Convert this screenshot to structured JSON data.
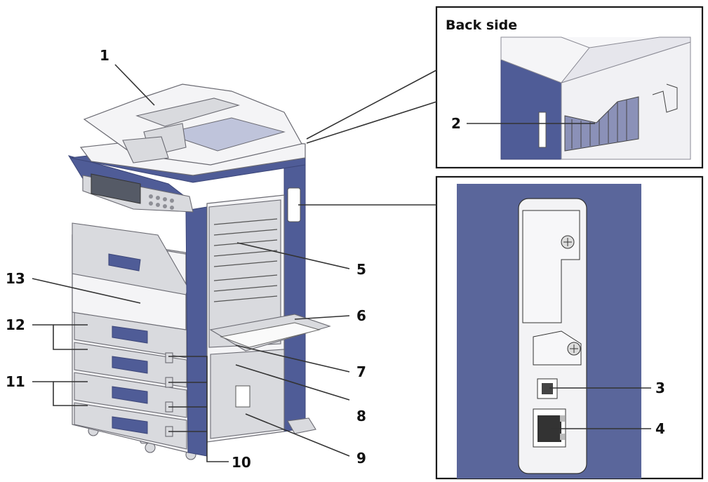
{
  "inset_top": {
    "title": "Back side"
  },
  "callouts": [
    {
      "id": "1",
      "text": "1"
    },
    {
      "id": "2",
      "text": "2"
    },
    {
      "id": "3",
      "text": "3"
    },
    {
      "id": "4",
      "text": "4"
    },
    {
      "id": "5",
      "text": "5"
    },
    {
      "id": "6",
      "text": "6"
    },
    {
      "id": "7",
      "text": "7"
    },
    {
      "id": "8",
      "text": "8"
    },
    {
      "id": "9",
      "text": "9"
    },
    {
      "id": "10",
      "text": "10"
    },
    {
      "id": "11",
      "text": "11"
    },
    {
      "id": "12",
      "text": "12"
    },
    {
      "id": "13",
      "text": "13"
    }
  ]
}
